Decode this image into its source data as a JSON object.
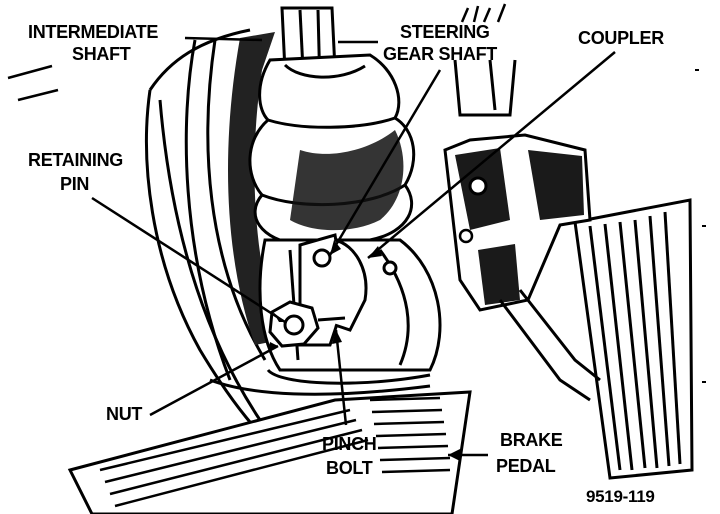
{
  "labels": {
    "intermediate_shaft": [
      "INTERMEDIATE",
      "SHAFT"
    ],
    "steering_gear_shaft": [
      "STEERING",
      "GEAR SHAFT"
    ],
    "coupler": "COUPLER",
    "retaining_pin": [
      "RETAINING",
      "PIN"
    ],
    "nut": "NUT",
    "pinch_bolt": [
      "PINCH",
      "BOLT"
    ],
    "brake_pedal": [
      "BRAKE",
      "PEDAL"
    ]
  },
  "figure_number": "9519-119"
}
